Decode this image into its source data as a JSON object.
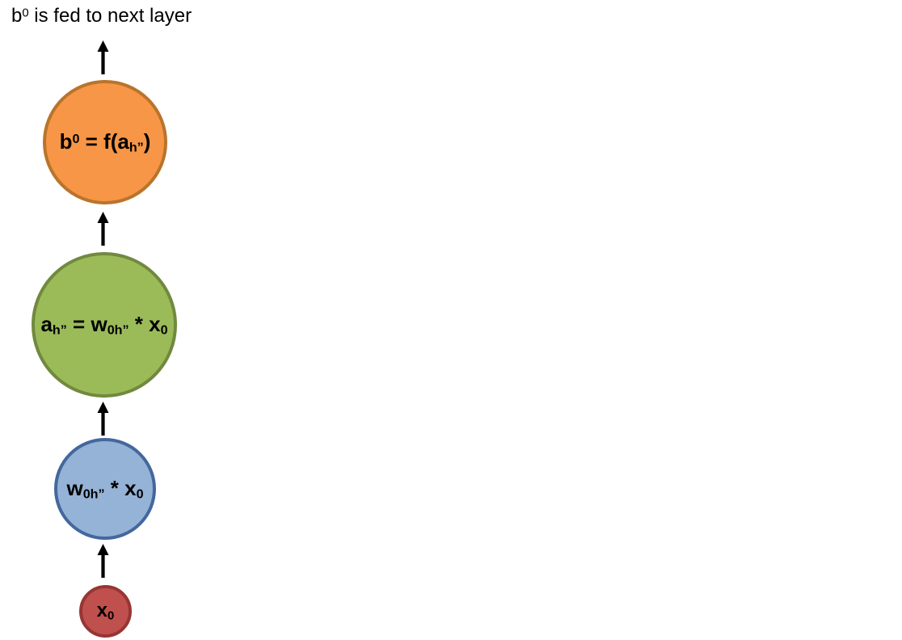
{
  "annotation": {
    "parts": [
      {
        "t": "b"
      },
      {
        "t": "0"
      },
      {
        "t": " is fed to next layer"
      }
    ]
  },
  "arrow": {
    "color": "#000000",
    "direction": "up"
  },
  "nodes": [
    {
      "id": "output-b0",
      "fill": "#F79646",
      "stroke": "#B9742C",
      "parts": [
        {
          "t": "b"
        },
        {
          "t": "0"
        },
        {
          "t": " = f(a"
        },
        {
          "t": "h”"
        },
        {
          "t": ")"
        }
      ]
    },
    {
      "id": "activation-sum",
      "fill": "#9BBB59",
      "stroke": "#71893F",
      "parts": [
        {
          "t": "a"
        },
        {
          "t": "h”"
        },
        {
          "t": " = w"
        },
        {
          "t": "0h”"
        },
        {
          "t": " * x"
        },
        {
          "t": "0"
        }
      ]
    },
    {
      "id": "weighted-input",
      "fill": "#95B3D7",
      "stroke": "#44689D",
      "parts": [
        {
          "t": "w"
        },
        {
          "t": "0h”"
        },
        {
          "t": " * x"
        },
        {
          "t": "0"
        }
      ]
    },
    {
      "id": "input-x0",
      "fill": "#C0504D",
      "stroke": "#963634",
      "parts": [
        {
          "t": "x"
        },
        {
          "t": "0"
        }
      ]
    }
  ]
}
